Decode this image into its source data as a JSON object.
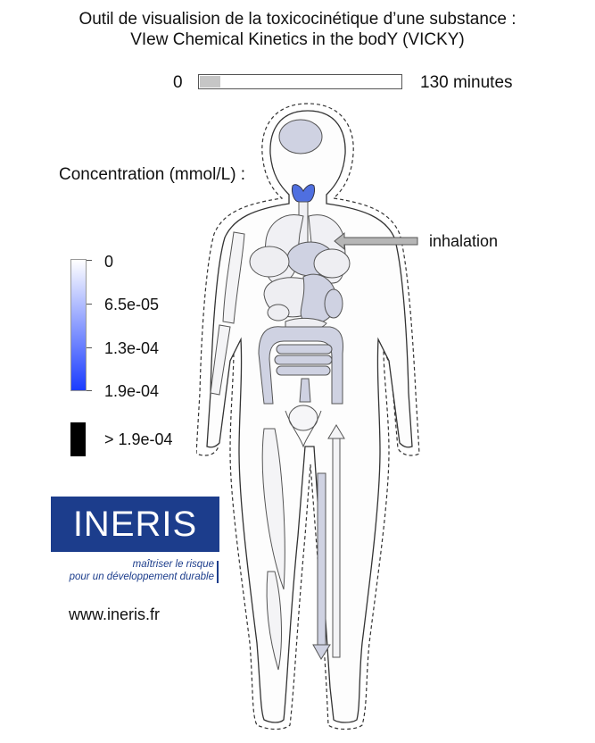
{
  "header": {
    "title_line1": "Outil de visualision de la toxicocinétique d’une substance :",
    "title_line2": "VIew Chemical Kinetics in the bodY (VICKY)"
  },
  "timebar": {
    "start_label": "0",
    "end_label": "130 minutes",
    "progress_fraction": 0.1
  },
  "legend": {
    "title": "Concentration (mmol/L) :",
    "ticks": [
      "0",
      "6.5e-05",
      "1.3e-04",
      "1.9e-04"
    ],
    "overflow_label": "> 1.9e-04",
    "color_low": "#ffffff",
    "color_high": "#1a3cff",
    "overflow_color": "#000000"
  },
  "body_diagram": {
    "exposure_route_label": "inhalation",
    "outline_color": "#333333",
    "organ_fill_light": "#eeeef2",
    "organ_fill_dark": "#cfd2e2",
    "organ_fill_thyroid": "#4f6fe0"
  },
  "branding": {
    "logo_text": "INERIS",
    "logo_color": "#1c3d8c",
    "tagline_line1": "maîtriser le risque",
    "tagline_line2": "pour un développement durable",
    "website": "www.ineris.fr"
  }
}
